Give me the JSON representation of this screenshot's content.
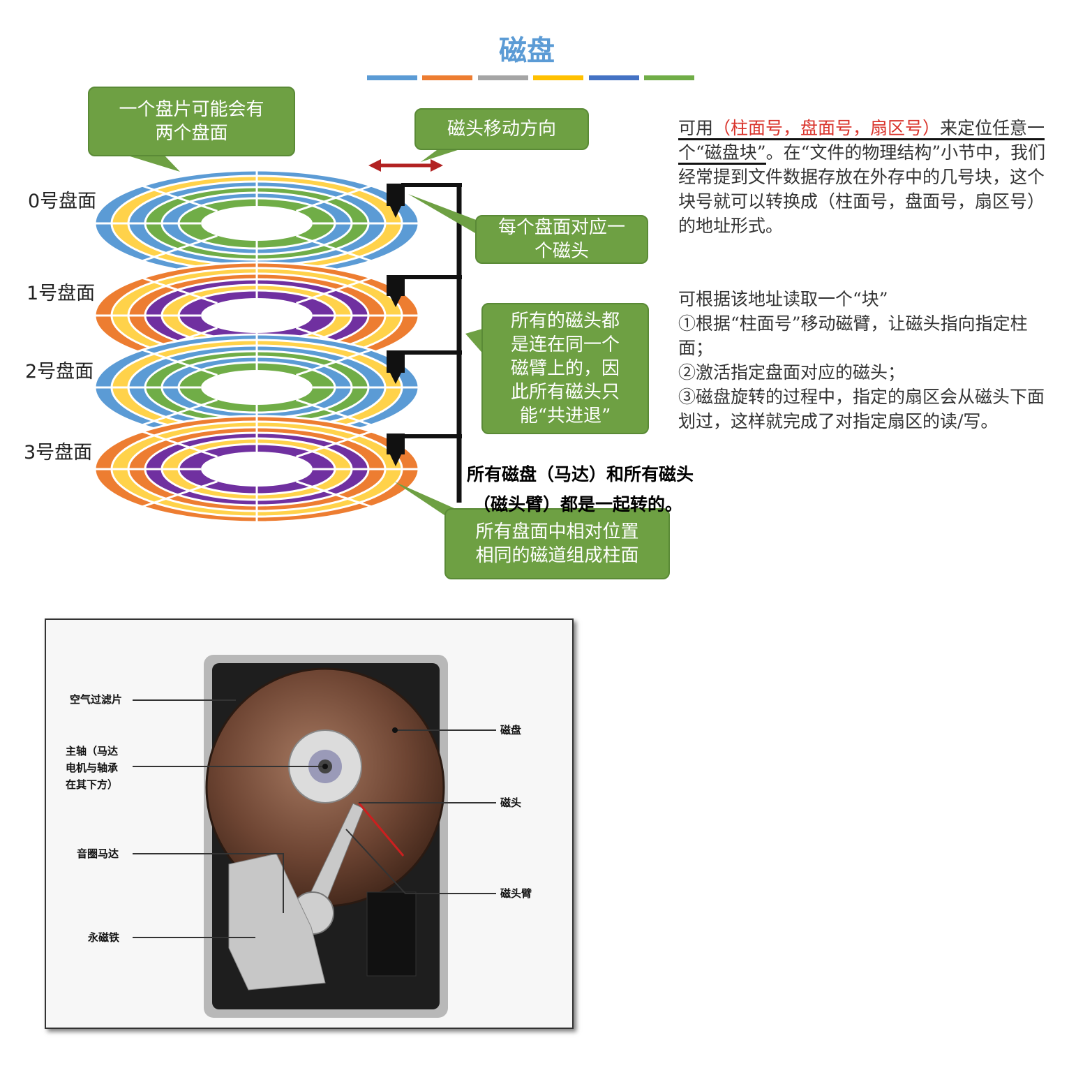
{
  "title": "磁盘",
  "colors": {
    "blue": "#5b9bd5",
    "orange": "#ed7d31",
    "gray": "#a5a5a5",
    "yellow": "#ffd24a",
    "darkblue": "#4472c4",
    "green": "#70ad47",
    "purple": "#7030a0",
    "callout": "#6ea043",
    "arrow": "#b22222",
    "highlight": "#d9332b"
  },
  "title_bar_colors": [
    "#5b9bd5",
    "#ed7d31",
    "#a5a5a5",
    "#ffc000",
    "#4472c4",
    "#70ad47"
  ],
  "surfaces": [
    "0号盘面",
    "1号盘面",
    "2号盘面",
    "3号盘面"
  ],
  "callouts": {
    "two_sides": "一个盘片可能会有\n两个盘面",
    "head_direction": "磁头移动方向",
    "one_head": "每个盘面对应一\n个磁头",
    "same_arm": "所有的磁头都\n是连在同一个\n磁臂上的，因\n此所有磁头只\n能“共进退”",
    "cylinder": "所有盘面中相对位置\n相同的磁道组成柱面"
  },
  "note_line1": "所有磁盘（马达）和所有磁头",
  "note_line2": "（磁头臂）都是一起转的。",
  "right_text": {
    "p1_a": "可用",
    "p1_red": "（柱面号，盘面号，扇区号）",
    "p1_b": "来定",
    "p1_c": "位任意一个“磁盘块”",
    "p1_d": "。在“文件的物理结构”小节中，我们经常提到文件数据存放在外存中的几号块，这个块号就可以转换成（柱面号，盘面号，扇区号）的地址形式。",
    "p2_1": "可根据该地址读取一个“块”",
    "p2_2": "①根据“柱面号”移动磁臂，让磁头指向指定柱面；",
    "p2_3": "②激活指定盘面对应的磁头；",
    "p2_4": "③磁盘旋转的过程中，指定的扇区会从磁头下面划过，这样就完成了对指定扇区的读/写。"
  },
  "hdd_labels": {
    "air_filter": "空气过滤片",
    "spindle": "主轴（马达\n电机与轴承\n在其下方）",
    "voice_coil": "音圈马达",
    "magnet": "永磁铁",
    "platter": "磁盘",
    "head": "磁头",
    "arm": "磁头臂"
  }
}
